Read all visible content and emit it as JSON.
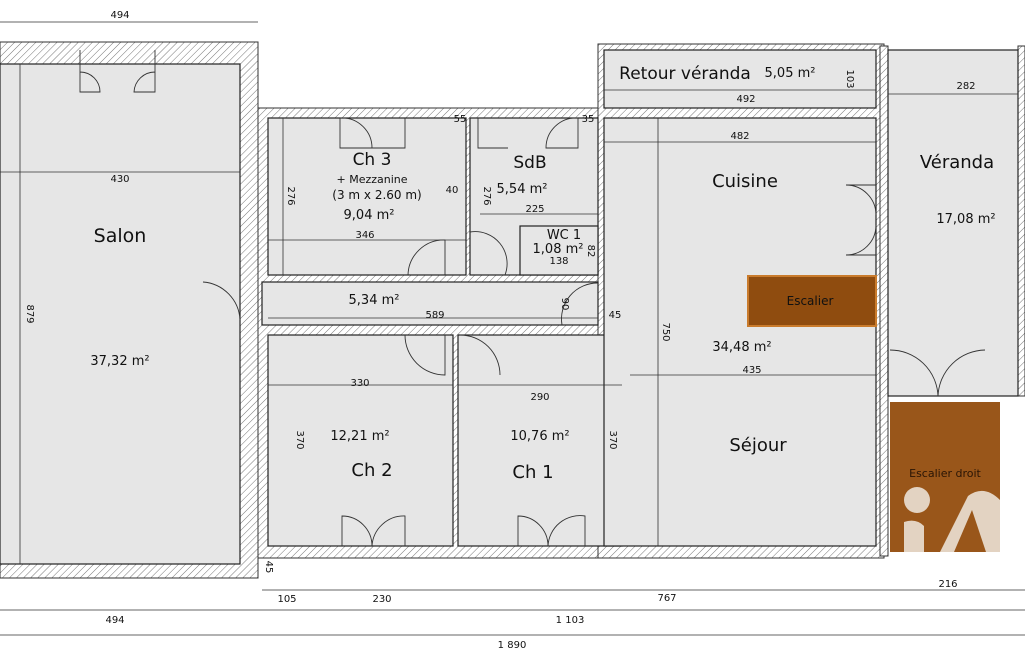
{
  "rooms": {
    "salon": {
      "name": "Salon",
      "area": "37,32 m²",
      "width": "430",
      "height": "879"
    },
    "ch3": {
      "name": "Ch 3",
      "note1": "+ Mezzanine",
      "note2": "(3 m x 2.60 m)",
      "area": "9,04 m²",
      "width": "346",
      "height": "276",
      "notch": "40",
      "top": "55"
    },
    "sdb": {
      "name": "SdB",
      "area": "5,54 m²",
      "width": "225",
      "height": "276",
      "top": "35"
    },
    "wc": {
      "name": "WC 1",
      "area": "1,08 m²",
      "width": "138",
      "height": "82"
    },
    "corridor": {
      "area": "5,34 m²",
      "width": "589",
      "door": "90",
      "offset": "45"
    },
    "ch2": {
      "name": "Ch 2",
      "area": "12,21 m²",
      "width": "330",
      "height": "370"
    },
    "ch1": {
      "name": "Ch 1",
      "area": "10,76 m²",
      "width": "290",
      "height": "370"
    },
    "cuisine": {
      "name": "Cuisine",
      "width": "482",
      "height": "750"
    },
    "sejour": {
      "name": "Séjour",
      "area": "34,48 m²",
      "width": "435"
    },
    "escalier": {
      "name": "Escalier"
    },
    "retour": {
      "name": "Retour véranda",
      "area": "5,05 m²",
      "width": "492",
      "height": "103"
    },
    "veranda": {
      "name": "Véranda",
      "area": "17,08 m²",
      "width": "282"
    },
    "escalier_droit": {
      "name": "Escalier droit"
    }
  },
  "dimensions": {
    "top": "494",
    "bottom_105": "105",
    "bottom_230": "230",
    "bottom_767": "767",
    "bottom_216": "216",
    "bottom_45": "45",
    "bottom_494": "494",
    "bottom_1103": "1 103",
    "total": "1 890"
  },
  "logo": {
    "text": "iA"
  },
  "colors": {
    "stairs": "#8f4c0f",
    "floor": "#e6e6e6",
    "logo": "#e3d3c2"
  }
}
